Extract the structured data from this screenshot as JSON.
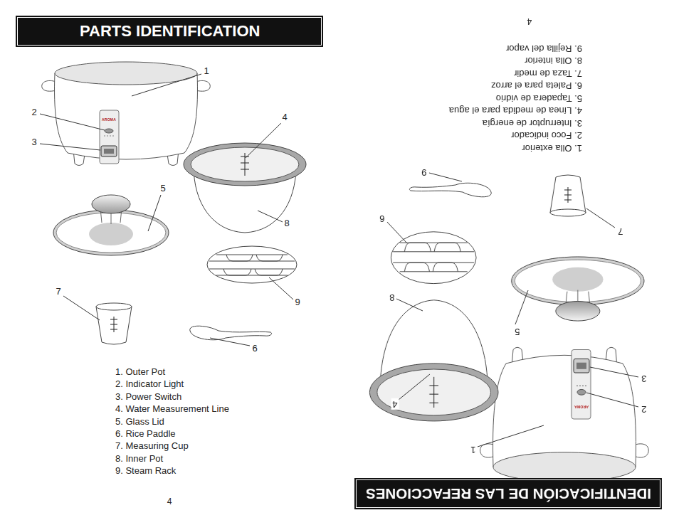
{
  "diagram": {
    "title": "PARTS IDENTIFICATION",
    "labels": [
      "1",
      "2",
      "3",
      "4",
      "5",
      "6",
      "7",
      "8",
      "9",
      "1. Outer Pot",
      "2. Indicator Light",
      "3. Power Switch",
      "4. Water Measurement Line",
      "5. Glass Lid",
      "6. Rice Paddle",
      "7. Measuring Cup",
      "8. Inner Pot",
      "9. Steam Rack",
      "4",
      "AROMA",
      "IDENTIFICACIÓN DE LAS REFACCIONES",
      "1. Olla exterior",
      "2. Foco indicador",
      "3. Interruptor de energía",
      "4. Línea de medida para el agua",
      "5. Tapadera de vidrio",
      "6. Paleta para el arroz",
      "7. Taza de medir",
      "8. Olla interior",
      "9. Rejilla del vapor",
      "1",
      "2",
      "3",
      "4",
      "5",
      "6",
      "7",
      "8",
      "9",
      "4",
      "AROMA"
    ]
  }
}
